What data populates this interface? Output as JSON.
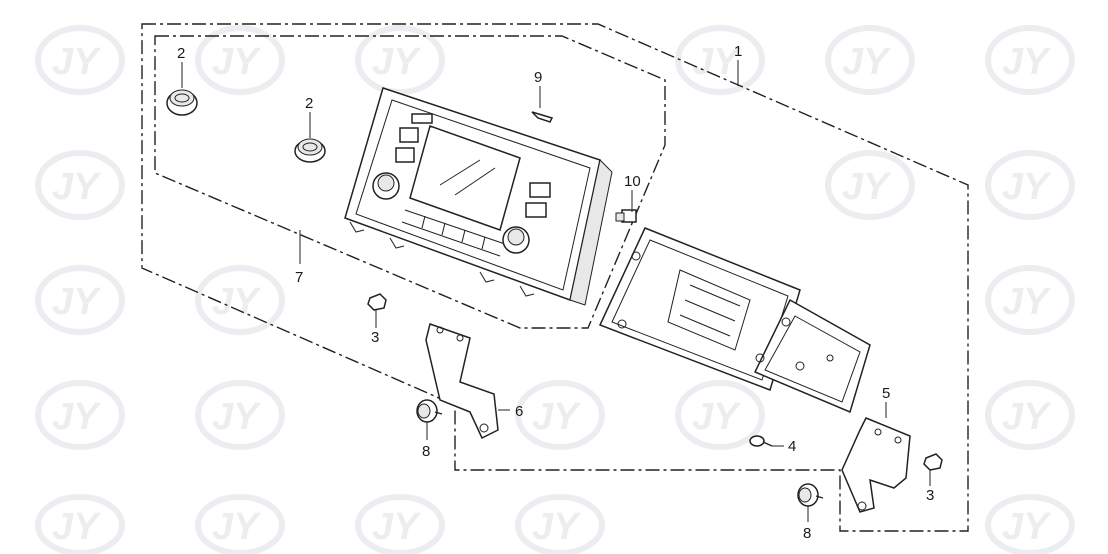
{
  "watermark": {
    "text": "JY"
  },
  "callouts": {
    "c1": "1",
    "c2a": "2",
    "c2b": "2",
    "c3a": "3",
    "c3b": "3",
    "c4": "4",
    "c5": "5",
    "c6": "6",
    "c7": "7",
    "c8a": "8",
    "c8b": "8",
    "c9": "9",
    "c10": "10"
  }
}
